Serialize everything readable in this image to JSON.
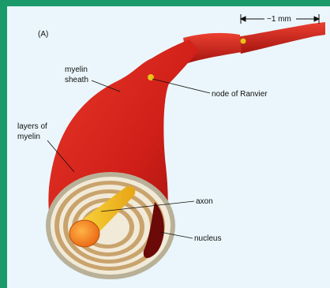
{
  "panel_label": "(A)",
  "scale_bar": {
    "label": "~1 mm"
  },
  "labels": {
    "myelin_sheath_line1": "myelin",
    "myelin_sheath_line2": "sheath",
    "node_of_ranvier": "node of Ranvier",
    "layers_line1": "layers of",
    "layers_line2": "myelin",
    "axon": "axon",
    "nucleus": "nucleus"
  },
  "colors": {
    "frame_green": "#1a9a6a",
    "background": "#eaf6fb",
    "myelin_red": "#d6261e",
    "myelin_dark": "#8c0f0c",
    "layer_light": "#f2ead8",
    "axon_yellow": "#f2b21a",
    "axon_orange": "#f07a18"
  }
}
